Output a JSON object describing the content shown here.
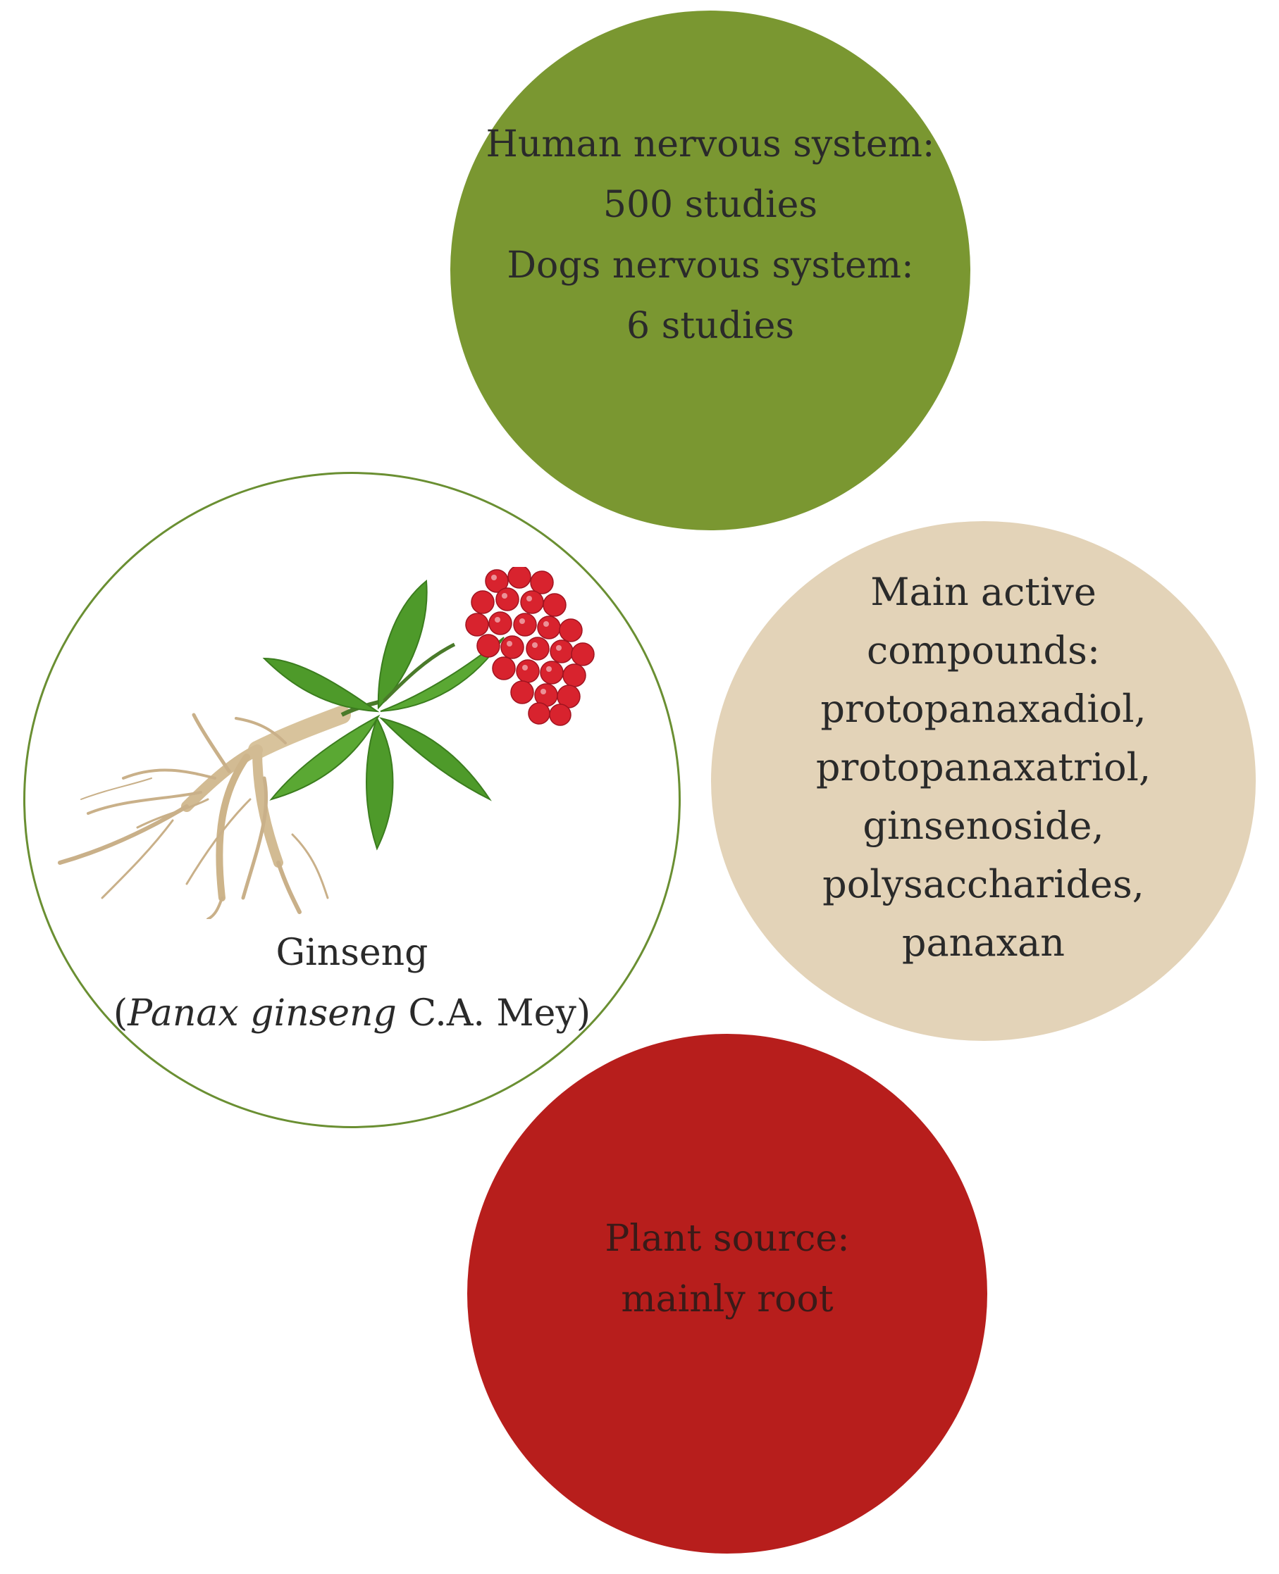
{
  "colors": {
    "green_circle": "#7a9731",
    "beige_circle": "#e3d3b8",
    "red_circle": "#b71e1c",
    "outline_circle": "#6a8f32",
    "text": "#2a2a2a"
  },
  "studies_circle": {
    "lines": [
      "Human nervous system:",
      "500 studies",
      "Dogs nervous system:",
      "6 studies"
    ]
  },
  "compounds_circle": {
    "lines": [
      "Main active",
      "compounds:",
      "protopanaxadiol,",
      "protopanaxatriol,",
      "ginsenoside,",
      "polysaccharides,",
      "panaxan"
    ]
  },
  "source_circle": {
    "lines": [
      "Plant source:",
      "mainly root"
    ]
  },
  "plant_circle": {
    "name": "Ginseng",
    "open_paren": "(",
    "latin_name": "Panax ginseng",
    "authority": " C.A. Mey)",
    "illustration_icon": "ginseng-root-leaves-berries-illustration"
  }
}
